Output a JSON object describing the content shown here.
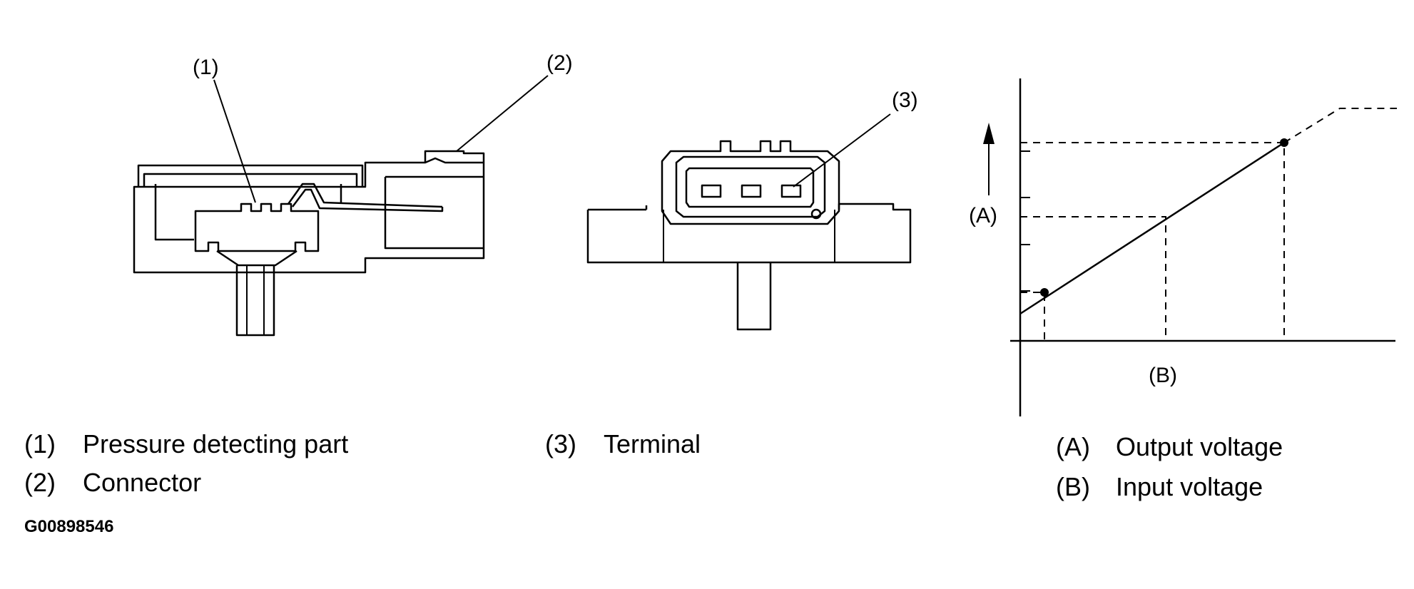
{
  "callouts": {
    "c1": "(1)",
    "c2": "(2)",
    "c3": "(3)",
    "cA": "(A)",
    "cB": "(B)"
  },
  "legend": {
    "item1": {
      "num": "(1)",
      "label": "Pressure detecting part"
    },
    "item2": {
      "num": "(2)",
      "label": "Connector"
    },
    "item3": {
      "num": "(3)",
      "label": "Terminal"
    },
    "itemA": {
      "num": "(A)",
      "label": "Output voltage"
    },
    "itemB": {
      "num": "(B)",
      "label": "Input voltage"
    }
  },
  "figure_id": "G00898546"
}
